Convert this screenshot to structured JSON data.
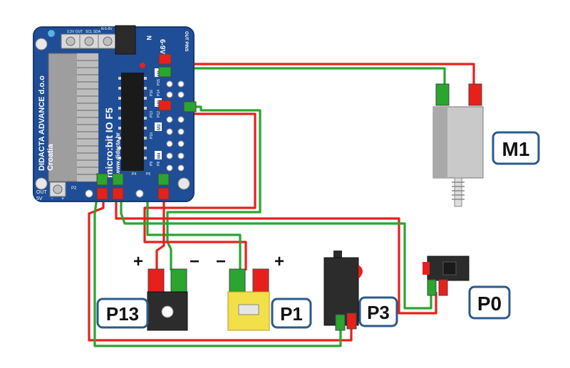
{
  "board": {
    "brand": "DIDACTA ADVANCE d.o.o",
    "country": "Croatia",
    "model": "micro:bit IO F5",
    "url": "www.didacta.hr",
    "power_label": "6-9V",
    "power_symbol": "N",
    "header_labels": [
      "3.3V OUT",
      "SCL SDA",
      "N 6-9V"
    ],
    "out_label": "OUT PINS",
    "pin_labels": [
      "P12",
      "P14",
      "P13",
      "P10",
      "P15",
      "P16",
      "P9",
      "P8",
      "P2",
      "P4",
      "P6"
    ],
    "motor_markers": [
      "M1",
      "M2",
      "M3",
      "M4"
    ],
    "bottom_labels": [
      "OUT",
      "5V",
      "-",
      "+",
      "P2"
    ]
  },
  "components": {
    "m1": {
      "label": "M1"
    },
    "p13": {
      "label": "P13",
      "plus": "+",
      "minus": "−"
    },
    "p1": {
      "label": "P1",
      "minus": "−",
      "plus": "+"
    },
    "p3": {
      "label": "P3"
    },
    "p0": {
      "label": "P0"
    }
  },
  "colors": {
    "board": "#1f4e96",
    "wire_red": "#e8201c",
    "wire_green": "#2aa52f",
    "label_border": "#2b5a8a"
  }
}
